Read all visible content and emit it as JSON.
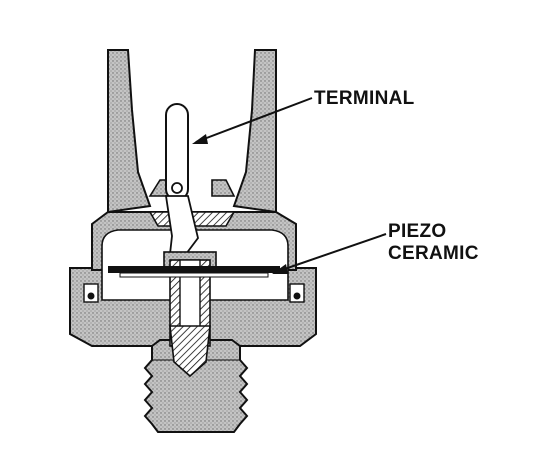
{
  "labels": {
    "terminal": "TERMINAL",
    "piezo_line1": "PIEZO",
    "piezo_line2": "CERAMIC"
  },
  "colors": {
    "ink": "#111111",
    "body_fill": "#b8b8b8",
    "paper": "#ffffff"
  },
  "parts": [
    "connector-housing",
    "terminal-pin",
    "piezo-ceramic-disc",
    "sensor-body",
    "threaded-stud"
  ]
}
